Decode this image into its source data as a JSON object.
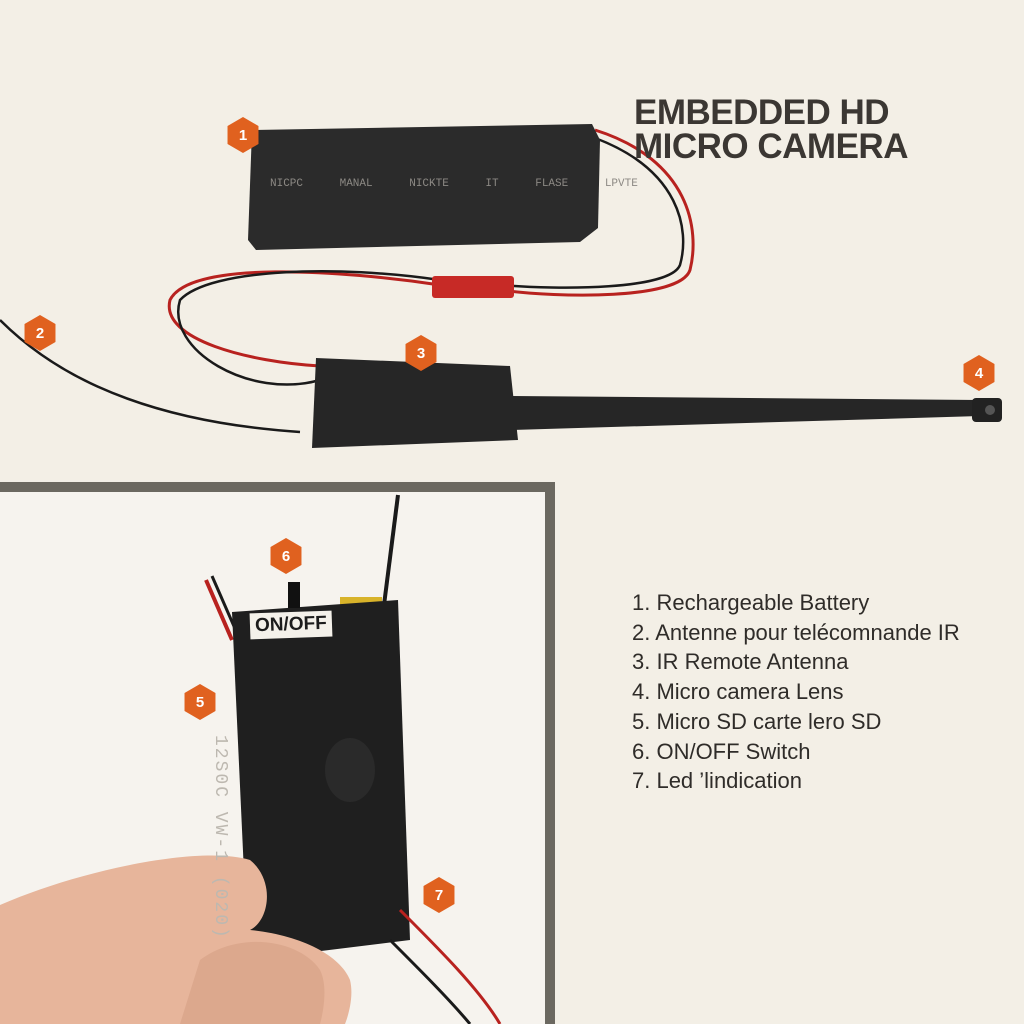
{
  "title": {
    "line1": "EMBEDDED HD",
    "line2": "MICRO CAMERA"
  },
  "legend": [
    "1. Rechargeable Battery",
    "2. Antenne pour telécomnande IR",
    "3. IR Remote Antenna",
    "4. Micro camera Lens",
    "5. Micro SD carte lero SD",
    "6. ON/OFF Switch",
    "7. Led ’lindication"
  ],
  "badges": [
    "1",
    "2",
    "3",
    "4",
    "5",
    "6",
    "7"
  ],
  "device_labels": {
    "switch": "ON/OFF",
    "module": "12S0C VW-1 (020)",
    "battery": "NICPC MANAL NICKTE IT FLASE LPVTE"
  },
  "colors": {
    "background": "#f3efe6",
    "badge": "#e0611f",
    "frame": "#6b6860"
  }
}
